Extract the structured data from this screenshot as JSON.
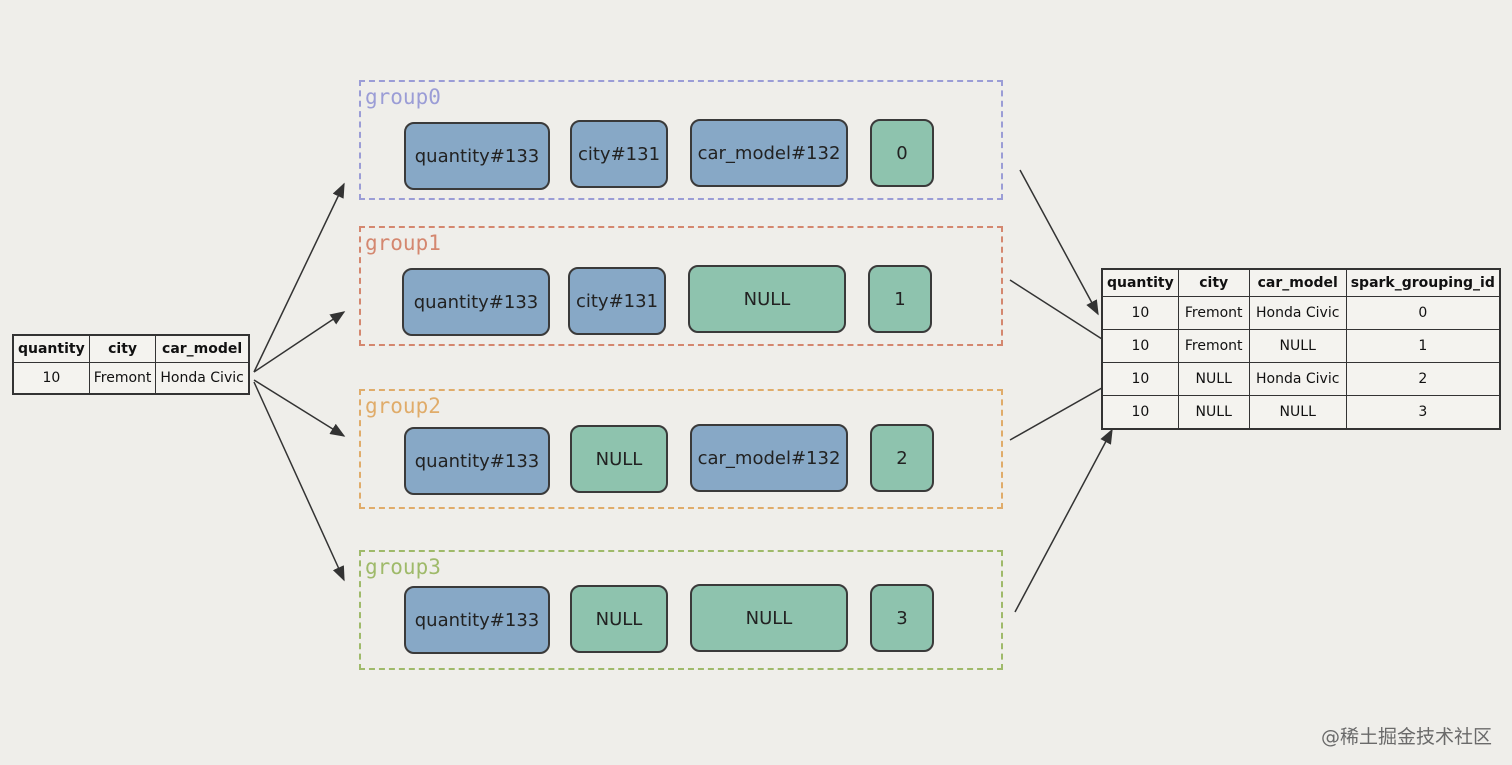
{
  "input_table": {
    "headers": [
      "quantity",
      "city",
      "car_model"
    ],
    "rows": [
      [
        "10",
        "Fremont",
        "Honda Civic"
      ]
    ]
  },
  "groups": [
    {
      "label": "group0",
      "color": "#9b9dd6",
      "cells": [
        "quantity#133",
        "city#131",
        "car_model#132",
        "0"
      ]
    },
    {
      "label": "group1",
      "color": "#d4876f",
      "cells": [
        "quantity#133",
        "city#131",
        "NULL",
        "1"
      ]
    },
    {
      "label": "group2",
      "color": "#e0ac6a",
      "cells": [
        "quantity#133",
        "NULL",
        "car_model#132",
        "2"
      ]
    },
    {
      "label": "group3",
      "color": "#9fba6a",
      "cells": [
        "quantity#133",
        "NULL",
        "NULL",
        "3"
      ]
    }
  ],
  "output_table": {
    "headers": [
      "quantity",
      "city",
      "car_model",
      "spark_grouping_id"
    ],
    "rows": [
      [
        "10",
        "Fremont",
        "Honda Civic",
        "0"
      ],
      [
        "10",
        "Fremont",
        "NULL",
        "1"
      ],
      [
        "10",
        "NULL",
        "Honda Civic",
        "2"
      ],
      [
        "10",
        "NULL",
        "NULL",
        "3"
      ]
    ]
  },
  "colors": {
    "column_cell": "#87a8c6",
    "null_or_id_cell": "#8ec3ae",
    "line": "#333333"
  },
  "watermark": "@稀土掘金技术社区"
}
